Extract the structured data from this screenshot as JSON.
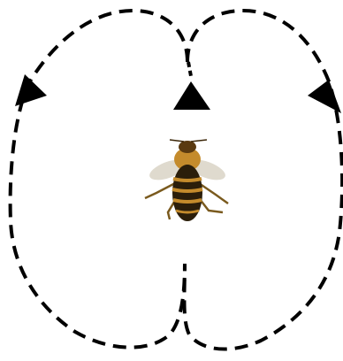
{
  "diagram": {
    "subject": "honeybee",
    "path_color": "#000000",
    "background": "#ffffff",
    "path_style": "dashed",
    "arrowheads": 3
  }
}
